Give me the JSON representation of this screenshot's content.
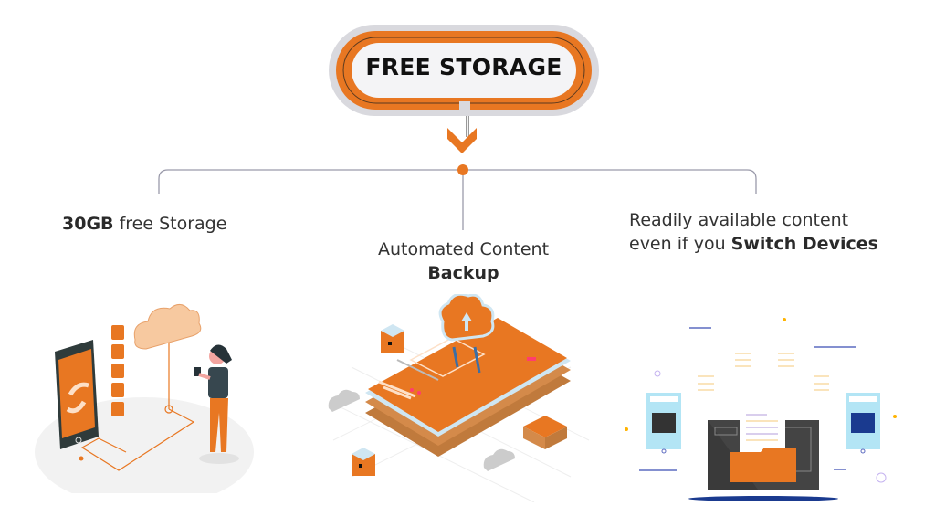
{
  "header": {
    "title": "FREE STORAGE"
  },
  "colors": {
    "accent": "#E87722",
    "accent_light": "#F7C9A0",
    "connector": "#9a9aaa",
    "text": "#333333"
  },
  "features": [
    {
      "id": "storage",
      "line1_bold": "30GB",
      "line1_rest": " free Storage",
      "illustration": "phone-cloud-woman-illustration"
    },
    {
      "id": "backup",
      "line1": "Automated Content",
      "line2_bold": "Backup",
      "illustration": "isometric-phone-cloud-upload-illustration"
    },
    {
      "id": "devices",
      "line1": "Readily available content",
      "line2_rest": "even if you ",
      "line2_bold": "Switch Devices",
      "illustration": "laptop-folder-devices-illustration"
    }
  ]
}
